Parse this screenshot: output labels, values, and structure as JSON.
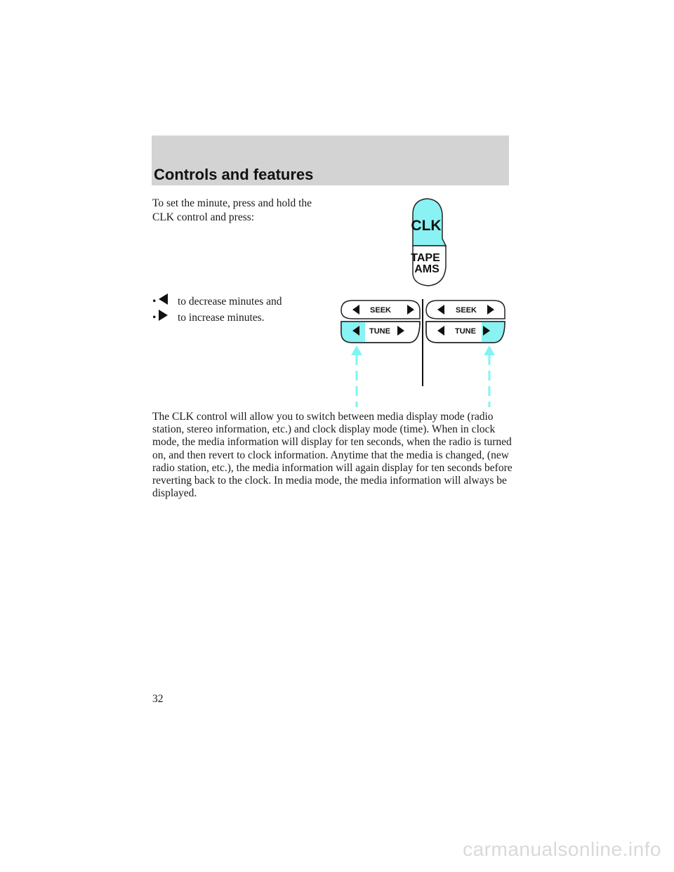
{
  "header": {
    "title": "Controls and features"
  },
  "intro": "To set the minute, press and hold the CLK control and press:",
  "bullets": [
    {
      "icon": "left-arrow-icon",
      "text": "to decrease minutes and"
    },
    {
      "icon": "right-arrow-icon",
      "text": "to increase minutes."
    }
  ],
  "paragraph": "The CLK control will allow you to switch between media display mode (radio station, stereo information, etc.) and clock display mode (time). When in clock mode, the media information will display for ten seconds, when the radio is turned on, and then revert to clock information. Anytime that the media is changed, (new radio station, etc.), the media information will again display for ten seconds before reverting back to the clock. In media mode, the media information will always be displayed.",
  "clk_figure": {
    "top_label": "CLK",
    "bottom_line1": "TAPE",
    "bottom_line2": "AMS"
  },
  "seek_tune_figure": {
    "left": {
      "seek": "SEEK",
      "tune": "TUNE"
    },
    "right": {
      "seek": "SEEK",
      "tune": "TUNE"
    }
  },
  "page_number": "32",
  "watermark": "carmanualsonline.info",
  "colors": {
    "header_bg": "#d3d3d3",
    "highlight": "#8af2f2",
    "arrow": "#7ff5f0"
  }
}
